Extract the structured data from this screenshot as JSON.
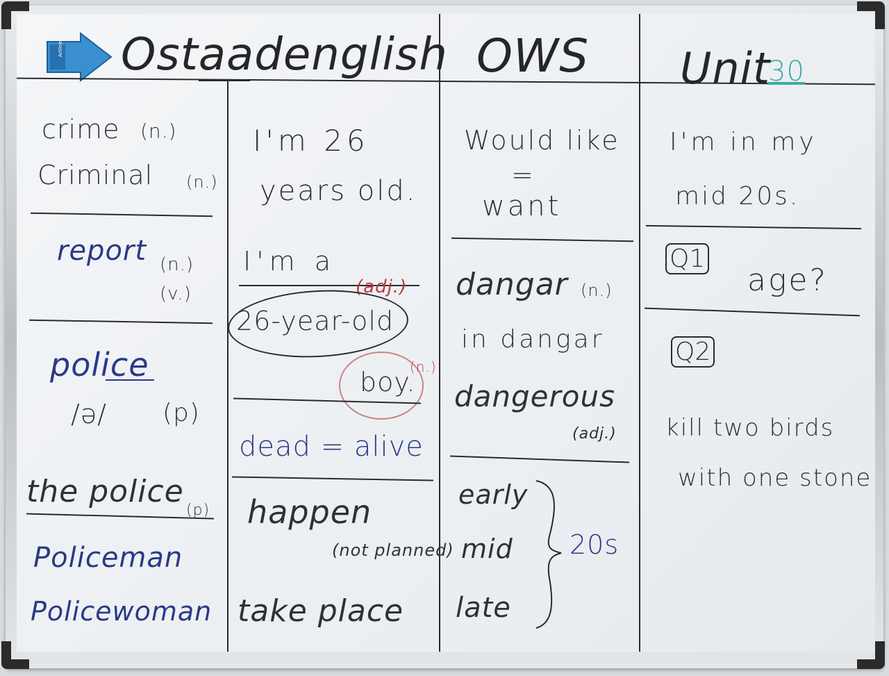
{
  "header": {
    "title": "Ostaadenglish",
    "center": "OWS",
    "unit_label": "Unit",
    "unit_number": "30",
    "eraser_brand": "Artline"
  },
  "col1": {
    "crime": "crime",
    "crime_pos": "(n.)",
    "criminal": "Criminal",
    "criminal_pos": "(n.)",
    "report": "report",
    "report_pos1": "(n.)",
    "report_pos2": "(v.)",
    "police": "police",
    "phonetic": "/ə/",
    "police_p": "(p)",
    "the_police": "the police",
    "the_police_p": "(p)",
    "policeman": "Policeman",
    "policewoman": "Policewoman"
  },
  "col2": {
    "line1": "I'm 26",
    "line2": "years old.",
    "line3": "I'm a",
    "adj": "(adj.)",
    "compound": "26-year-old",
    "boy": "boy.",
    "boy_pos": "(n.)",
    "dead_alive": "dead = alive",
    "happen": "happen",
    "not_planned": "(not planned)",
    "take_place": "take place"
  },
  "col3": {
    "would_like": "Would like",
    "equals": "=",
    "want": "want",
    "dangar": "dangar",
    "dangar_pos": "(n.)",
    "in_dangar": "in dangar",
    "dangerous": "dangerous",
    "dangerous_pos": "(adj.)",
    "early": "early",
    "mid": "mid",
    "late": "late",
    "twenties": "20s"
  },
  "col4": {
    "line1": "I'm in my",
    "line2": "mid 20s.",
    "q1": "Q1",
    "q1_text": "age?",
    "q2": "Q2",
    "idiom1": "kill two birds",
    "idiom2": "with one stone"
  },
  "colors": {
    "black_marker": "#2f3136",
    "blue_marker": "#2a3a85",
    "red_marker": "#c0383c",
    "teal_marker": "#3fa9a8",
    "eraser": "#3a8fd1"
  }
}
